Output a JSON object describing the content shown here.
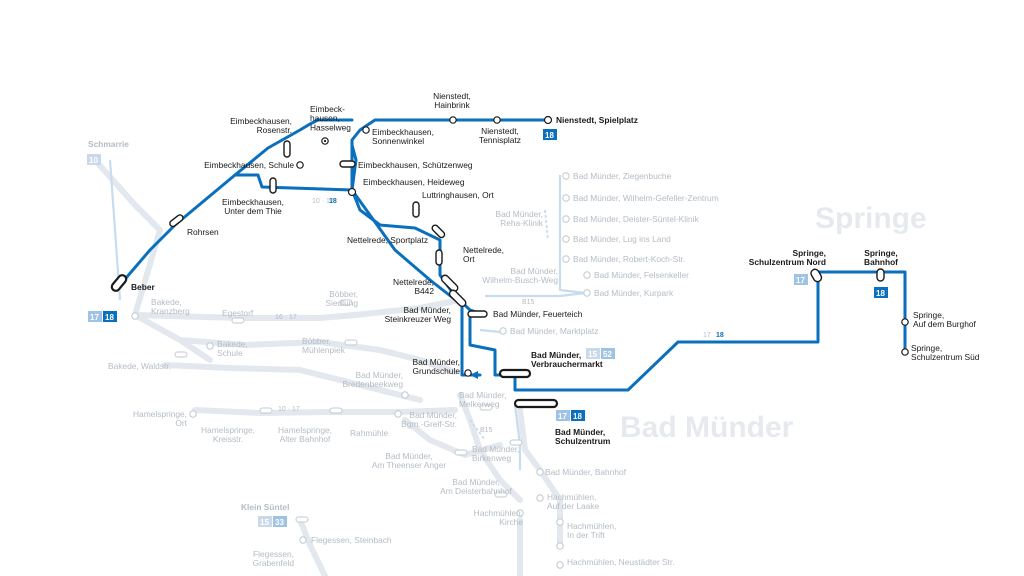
{
  "map": {
    "towns": [
      "Springe",
      "Bad Münder"
    ],
    "line_badges": {
      "18": "18",
      "17": "17",
      "10": "10",
      "15": "15",
      "33": "33",
      "52": "52",
      "B15": "B15",
      "segment_10_17": "10 · 17",
      "segment_17": "17",
      "segment_16_17": "16 · 17",
      "segment_10_17_lower": "10 · 17"
    },
    "route_stops": {
      "nienstedt_hainbrink": "Nienstedt,\nHainbrink",
      "nienstedt_spielplatz": "Nienstedt, Spielplatz",
      "nienstedt_tennisplatz": "Nienstedt,\nTennisplatz",
      "eimbeckhausen_rosenstr": "Eimbeckhausen,\nRosenstr.",
      "eimbeckhausen_hasselweg": "Eimbeck-\nhausen,\nHasselweg",
      "eimbeckhausen_sonnenwinkel": "Eimbeckhausen,\nSonnenwinkel",
      "eimbeckhausen_schuetzenweg": "Eimbeckhausen, Schützenweg",
      "eimbeckhausen_schule": "Eimbeckhausen, Schule",
      "eimbeckhausen_heideweg": "Eimbeckhausen, Heideweg",
      "eimbeckhausen_unter_dem_thie": "Eimbeckhausen,\nUnter dem Thie",
      "luttringhausen_ort": "Luttringhausen, Ort",
      "rohrsen": "Rohrsen",
      "nettelrede_sportplatz": "Nettelrede, Sportplatz",
      "nettelrede_ort": "Nettelrede,\nOrt",
      "beber": "Beber",
      "nettelrede_b442": "Nettelrede,\nB442",
      "bad_muender_feuerteich": "Bad Münder, Feuerteich",
      "bad_muender_steinkreuzer_weg": "Bad Münder,\nSteinkreuzer Weg",
      "bad_muender_grundschule": "Bad Münder,\nGrundschule",
      "bad_muender_verbrauchermarkt": "Bad Münder,\nVerbrauchermarkt",
      "bad_muender_schulzentrum": "Bad Münder,\nSchulzentrum",
      "springe_schulzentrum_nord": "Springe,\nSchulzentrum Nord",
      "springe_bahnhof": "Springe,\nBahnhof",
      "springe_auf_dem_burghof": "Springe,\nAuf dem Burghof",
      "springe_schulzentrum_sued": "Springe,\nSchulzentrum Süd"
    },
    "other_stops": {
      "schmarrie": "Schmarrie",
      "bakede_kranzberg": "Bakede,\nKranzberg",
      "egestorf": "Egestorf",
      "boebber_siedlung": "Böbber,\nSiedlung",
      "bakede_schule": "Bakede,\nSchule",
      "boebber_muehlenpiek": "Böbber,\nMühlenpiek",
      "bakede_waldstr": "Bakede, Waldstr.",
      "bad_muender_bredenbeekweg": "Bad Münder,\nBredenbeekweg",
      "hamelspringe_ort": "Hamelspringe,\nOrt",
      "hamelspringe_kreisstr": "Hamelspringe,\nKreisstr.",
      "hamelspringe_alter_bahnhof": "Hamelspringe,\nAlter Bahnhof",
      "rahmuehle": "Rahmühle",
      "bad_muender_melkerweg": "Bad Münder,\nMelkerweg",
      "bad_muender_bgm_greif_str": "Bad Münder,\nBgm.-Greif-Str.",
      "bad_muender_birkenweg": "Bad Münder,\nBirkenweg",
      "bad_muender_am_theenser_anger": "Bad Münder,\nAm Theenser Anger",
      "bad_muender_bahnhof": "Bad Münder, Bahnhof",
      "bad_muender_am_deisterbahnhof": "Bad Münder,\nAm Deisterbahnhof",
      "hachmuehlen_auf_der_laake": "Hachmühlen,\nAuf der Laake",
      "hachmuehlen_kirche": "Hachmühlen,\nKirche",
      "hachmuehlen_in_der_trift": "Hachmühlen,\nIn der Trift",
      "klein_suentel": "Klein Süntel",
      "flegessen_steinbach": "Flegessen, Steinbach",
      "flegessen_grabenfeld": "Flegessen,\nGrabenfeld",
      "hachmuehlen_neustaedter_str": "Hachmühlen, Neustädter Str.",
      "bad_muender_ziegenbuche": "Bad Münder, Ziegenbuche",
      "bad_muender_wilhelm_gefeller_zentrum": "Bad Münder, Wilhelm-Gefeller-Zentrum",
      "bad_muender_deister_suentel_klinik": "Bad Münder, Deister-Süntel-Klinik",
      "bad_muender_reha_klinik": "Bad Münder,\nReha-Klinik",
      "bad_muender_lug_ins_land": "Bad Münder, Lug ins Land",
      "bad_muender_robert_koch_str": "Bad Münder, Robert-Koch-Str.",
      "bad_muender_felsenkeller": "Bad Münder, Felsenkeller",
      "bad_muender_wilhelm_busch_weg": "Bad Münder,\nWilhelm-Busch-Weg",
      "bad_muender_kurpark": "Bad Münder, Kurpark",
      "bad_muender_marktplatz": "Bad Münder, Marktplatz"
    },
    "colors": {
      "route": "#0a6fbd",
      "badge_light": "#9fc3e4",
      "inactive_network": "#e3e8ee",
      "inactive_text": "#b4bcc5"
    }
  }
}
